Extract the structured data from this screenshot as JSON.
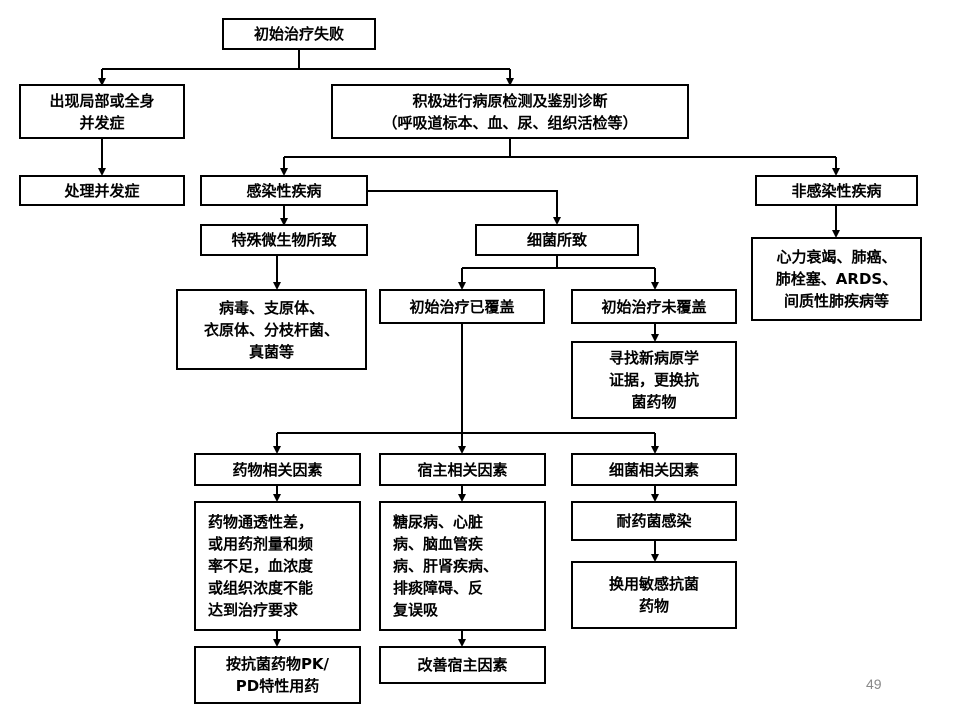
{
  "slide": {
    "page_number": "49"
  },
  "flowchart": {
    "start": "初始治疗失败",
    "complication_branch": {
      "title": "出现局部或全身\n并发症",
      "action": "处理并发症"
    },
    "diagnosis": "积极进行病原检测及鉴别诊断\n（呼吸道标本、血、尿、组织活检等）",
    "infectious": {
      "title": "感染性疾病",
      "special_microbe": {
        "title": "特殊微生物所致",
        "examples": "病毒、支原体、\n衣原体、分枝杆菌、\n真菌等"
      },
      "bacterial": {
        "title": "细菌所致",
        "covered": "初始治疗已覆盖",
        "not_covered": "初始治疗未覆盖",
        "not_covered_action": "寻找新病原学\n证据，更换抗\n菌药物"
      }
    },
    "non_infectious": {
      "title": "非感染性疾病",
      "examples": "心力衰竭、肺癌、\n肺栓塞、ARDS、\n间质性肺疾病等"
    },
    "factors": {
      "drug": {
        "title": "药物相关因素",
        "detail": "药物通透性差，\n或用药剂量和频\n率不足，血浓度\n或组织浓度不能\n达到治疗要求",
        "action": "按抗菌药物PK/\nPD特性用药"
      },
      "host": {
        "title": "宿主相关因素",
        "detail": "糖尿病、心脏\n病、脑血管疾\n病、肝肾疾病、\n排痰障碍、反\n复误吸",
        "action": "改善宿主因素"
      },
      "bacteria": {
        "title": "细菌相关因素",
        "detail": "耐药菌感染",
        "action": "换用敏感抗菌\n药物"
      }
    }
  }
}
